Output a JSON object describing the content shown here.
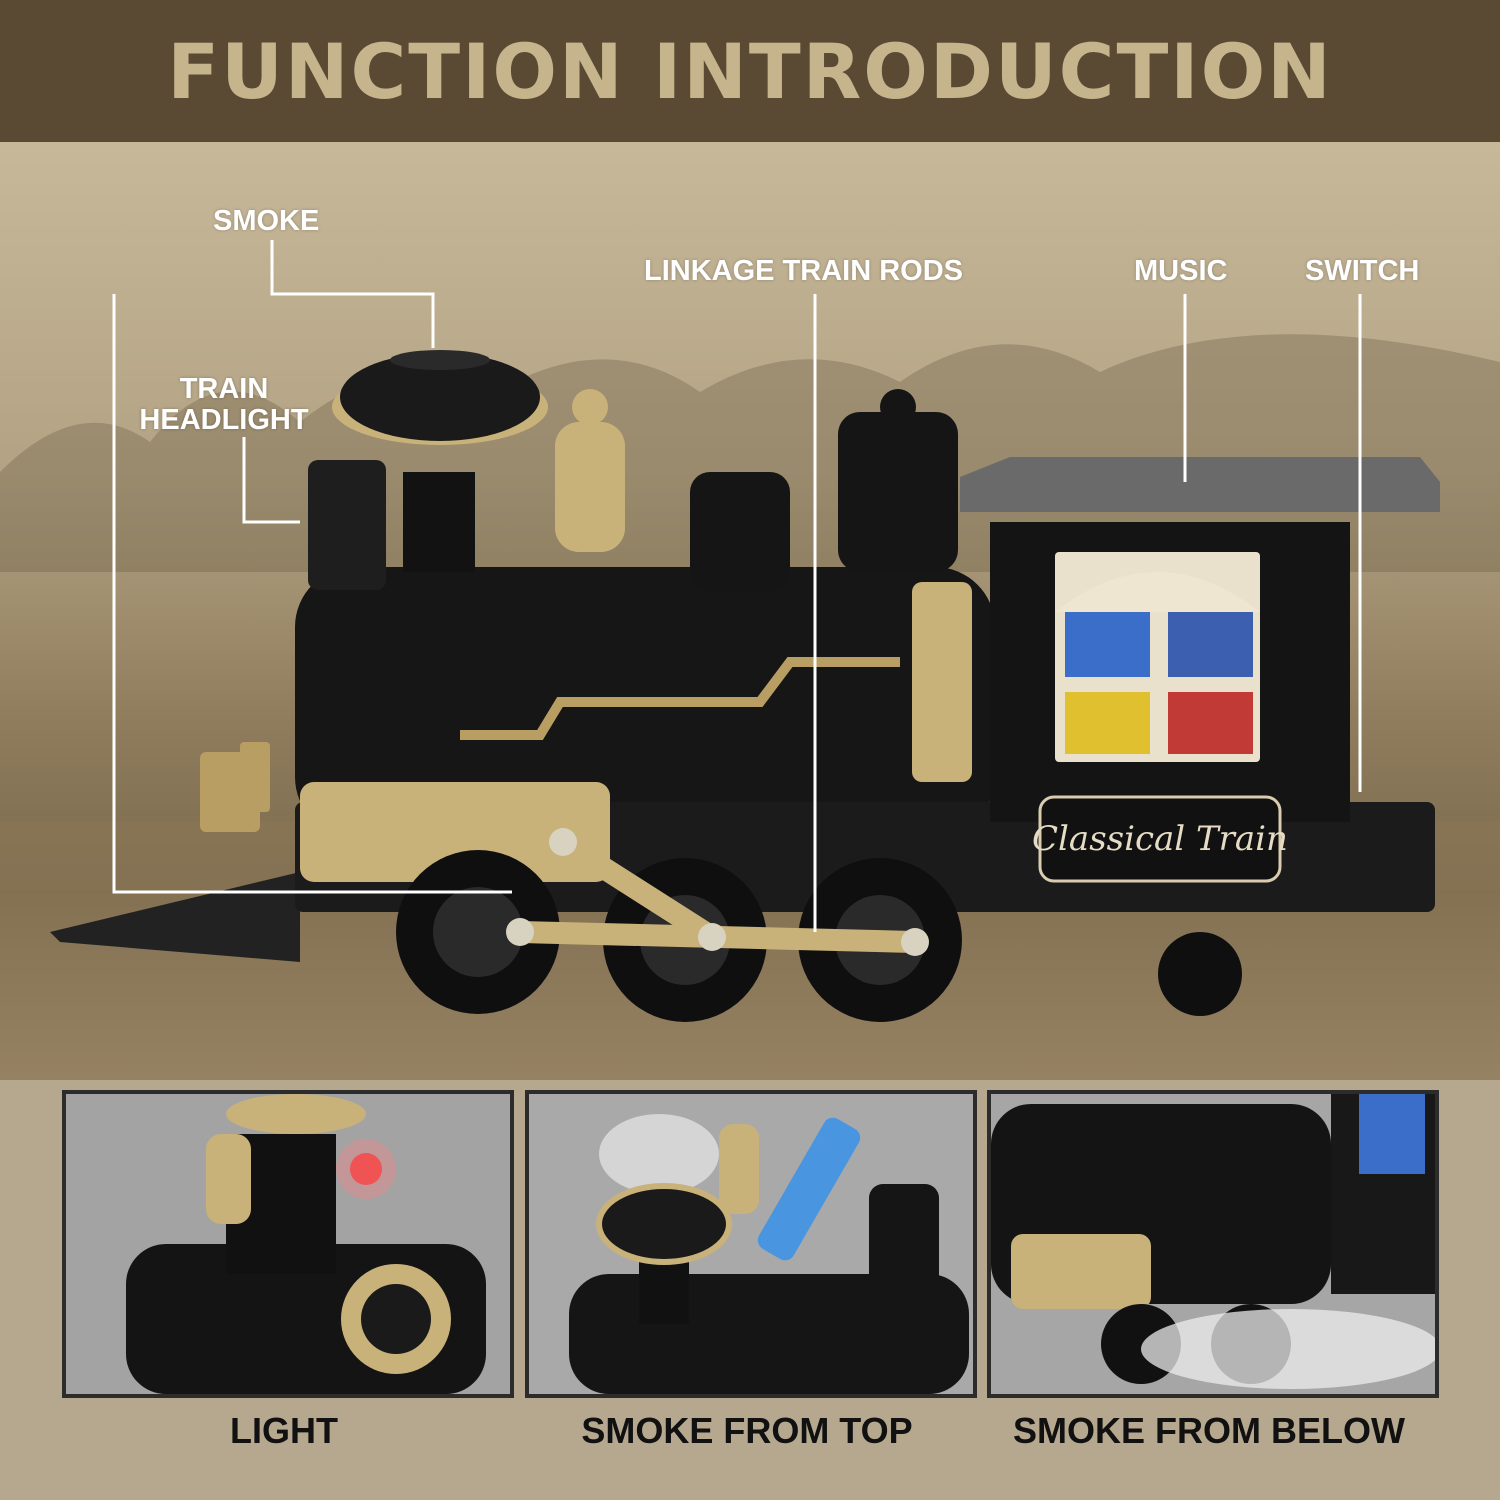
{
  "header": {
    "title": "FUNCTION INTRODUCTION"
  },
  "callouts": {
    "smoke": "SMOKE",
    "headlight": [
      "TRAIN",
      "HEADLIGHT"
    ],
    "linkage": "LINKAGE TRAIN RODS",
    "music": "MUSIC",
    "switch": "SWITCH"
  },
  "train": {
    "plate_text": "Classical Train"
  },
  "thumbnails": [
    {
      "caption": "LIGHT"
    },
    {
      "caption": "SMOKE FROM TOP"
    },
    {
      "caption": "SMOKE FROM BELOW"
    }
  ],
  "colors": {
    "header_bg": "#5a4a34",
    "header_text": "#c6b58c",
    "train_body": "#141414",
    "gold": "#c9b27a",
    "callout_line": "#ffffff"
  }
}
